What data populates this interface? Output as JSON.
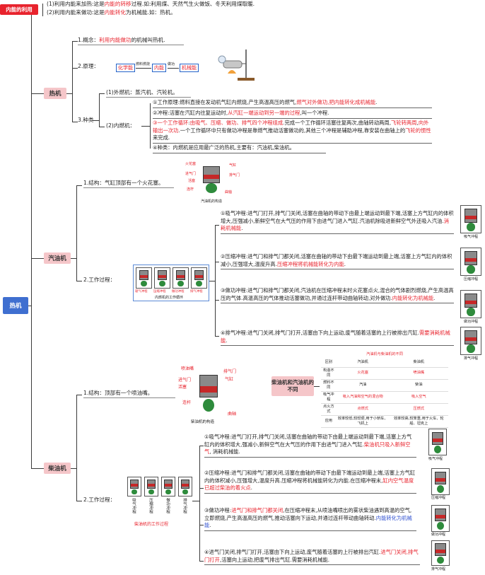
{
  "root": {
    "label": "热机"
  },
  "top": {
    "tag": "内能的利用",
    "lines": [
      {
        "p1": "(1)利用内能来加热:这是",
        "r": "内能的转移",
        "p2": "过程.如:利用煤、天然气生火做饭、冬天利用煤取暖."
      },
      {
        "p1": "(2)利用内能来做功:这是",
        "r": "内能转化",
        "p2": "为机械能.如：热机。"
      }
    ]
  },
  "heat": {
    "tag": "热机",
    "concept": {
      "a": "1.概念：",
      "r": "利用内能做功",
      "b": "的机械叫热机."
    },
    "principle": {
      "label": "2.原理：",
      "boxes": [
        "化学能",
        "燃料燃烧",
        "内能",
        "做功",
        "机械能"
      ]
    },
    "types": {
      "label": "3.种类",
      "ext": "(1)外燃机：蒸汽机、汽轮机。",
      "int": "(2)内燃机：",
      "i1": {
        "a": "①工作原理:燃料直接在发动机气缸内燃烧,产生高温高压的燃气,",
        "r": "燃气对外做功,把内能转化成机械能",
        "b": "."
      },
      "i2": {
        "a": "②冲程:活塞在汽缸内往复运动时,",
        "r": "从汽缸一端运动到另一端的过程",
        "b": ",叫一个冲程."
      },
      "i3": {
        "r1": "③一个工作循环",
        "a": ":",
        "r2": "由吸气、压缩、做功、排气四个冲程组成",
        "b": ".完成一个工作循环活塞往复两次,曲轴转动两周,",
        "r3": "飞轮转两周",
        "c": ",",
        "r4": "向外输出一次功",
        "d": ".一个工作循环中只有做功冲程是靠燃气推动活塞做功的,其他三个冲程是辅助冲程,靠安装在曲轴上的",
        "r5": "飞轮的惯性",
        "e": "来完成."
      },
      "i4": "④种类：内燃机是应用最广泛的热机,主要有：汽油机,柴油机。"
    }
  },
  "gas": {
    "tag": "汽油机",
    "structure": "1.结构：气缸顶部有一个火花塞。",
    "structure_labels": [
      "火花塞",
      "进气门",
      "活塞",
      "连杆",
      "气缸",
      "排气门",
      "曲轴"
    ],
    "structure_caption": "汽油机的构造",
    "process": "2.工作过程：",
    "process_caption": "内燃机的工作循环",
    "process_labels": [
      "吸气冲程",
      "压缩冲程",
      "做功冲程",
      "排气冲程"
    ],
    "s1": {
      "a": "①吸气冲程:进气门打开,排气门关闭,活塞在曲轴的带动下由最上端运动到最下端,活塞上方气缸内的体积增大,压强减小,新鲜空气在大气压的作用下由进气门进入气缸.汽油机除吸进新鲜空气外还吸入汽油.",
      "r": "消耗机械能",
      "b": "."
    },
    "s2": {
      "a": "②压缩冲程:进气门和排气门都关闭,活塞在曲轴的带动下由最下端运动到最上端,活塞上方气缸内的体积减小,压强增大,温度升高.",
      "r": "压缩冲程将机械能转化为内能",
      "b": "."
    },
    "s3": {
      "a": "③做功冲程:进气门和排气门都关闭,汽油机在压缩冲程末时火花塞点火,混合的气体剧烈燃烧,产生高温高压的气体.高温高压的气体推动活塞做功,并通过连杆带动曲轴转动,对外做功.",
      "r": "内能转化为机械能",
      "b": "."
    },
    "s4": {
      "a": "④排气冲程:进气门关闭,排气门打开,活塞由下向上运动,废气随着活塞的上行被排出汽缸.",
      "r": "需要消耗机械能",
      "b": "."
    },
    "thumbs": [
      "吸气冲程",
      "压缩冲程",
      "做功冲程",
      "排气冲程"
    ]
  },
  "diff": {
    "tag": "柴油机和汽油机的不同",
    "title": "汽油机与柴油机的不同",
    "head": [
      "区别",
      "汽油机",
      "柴油机"
    ],
    "rows": [
      {
        "k": "构造不同",
        "g": "火花塞",
        "d": "喷油嘴"
      },
      {
        "k": "燃料不同",
        "g": "汽油",
        "d": "柴油"
      },
      {
        "k": "吸气冲程",
        "g": "吸入汽油和空气的混合物",
        "d": "吸入空气"
      },
      {
        "k": "点火方式",
        "g": "点燃式",
        "d": "压燃式"
      },
      {
        "k": "应用",
        "g": "效率较低,较轻便,用于小轿车、飞机上",
        "d": "效率较高,较笨重,用于火车、轮船、坦克上"
      }
    ]
  },
  "diesel": {
    "tag": "柴油机",
    "structure": "1.结构：顶部有一个喷油嘴。",
    "structure_labels": [
      "喷油嘴",
      "排气门",
      "进气门",
      "气缸",
      "活塞",
      "连杆",
      "曲轴"
    ],
    "structure_caption": "柴油机的构造",
    "process": "2.工作过程：",
    "process_caption": "柴油机的工作过程",
    "process_labels": [
      "吸气冲程",
      "压缩冲程",
      "做功冲程",
      "排气冲程"
    ],
    "s1": {
      "a": "①吸气冲程:进气门打开,排气门关闭,活塞在曲轴的带动下由最上端运动到最下端,活塞上方气缸内的体积增大,强减小,新鲜空气在大气压的作用下由进气门进入气缸.",
      "r": "柴油机只吸入新鲜空气",
      "b": ", 消耗机械能."
    },
    "s2": {
      "a": "②压缩冲程:进气门和排气门都关闭,活塞在曲轴的带动下由最下端运动到最上端,活塞上方气缸内的体积减小,压强增大,温度升高.压缩冲程将机械能转化为内能.在压缩冲程末,",
      "r": "缸内空气温度已超过柴油的着火点",
      "b": "."
    },
    "s3": {
      "a": "③做功冲程:",
      "r": "进气门和排气门都关闭",
      "b": ",在压缩冲程末,从喷油嘴喷出的雾状柴油遇到高温的空气,立即燃烧,产生高温高压的燃气,推动活塞向下运动,并通过连杆带动曲轴转动.",
      "bl": "内能转化为机械能",
      "c": "."
    },
    "s4": {
      "a": "④进气门关闭,排气门打开,活塞由下向上运动,废气随着活塞的上行被排出汽缸.",
      "r": "进气门关闭,排气门打开",
      "b": ",活塞向上运动,把废气排出气缸.需要消耗机械能."
    },
    "thumbs": [
      "吸气冲程",
      "压缩冲程",
      "做功冲程",
      "排气冲程"
    ]
  }
}
